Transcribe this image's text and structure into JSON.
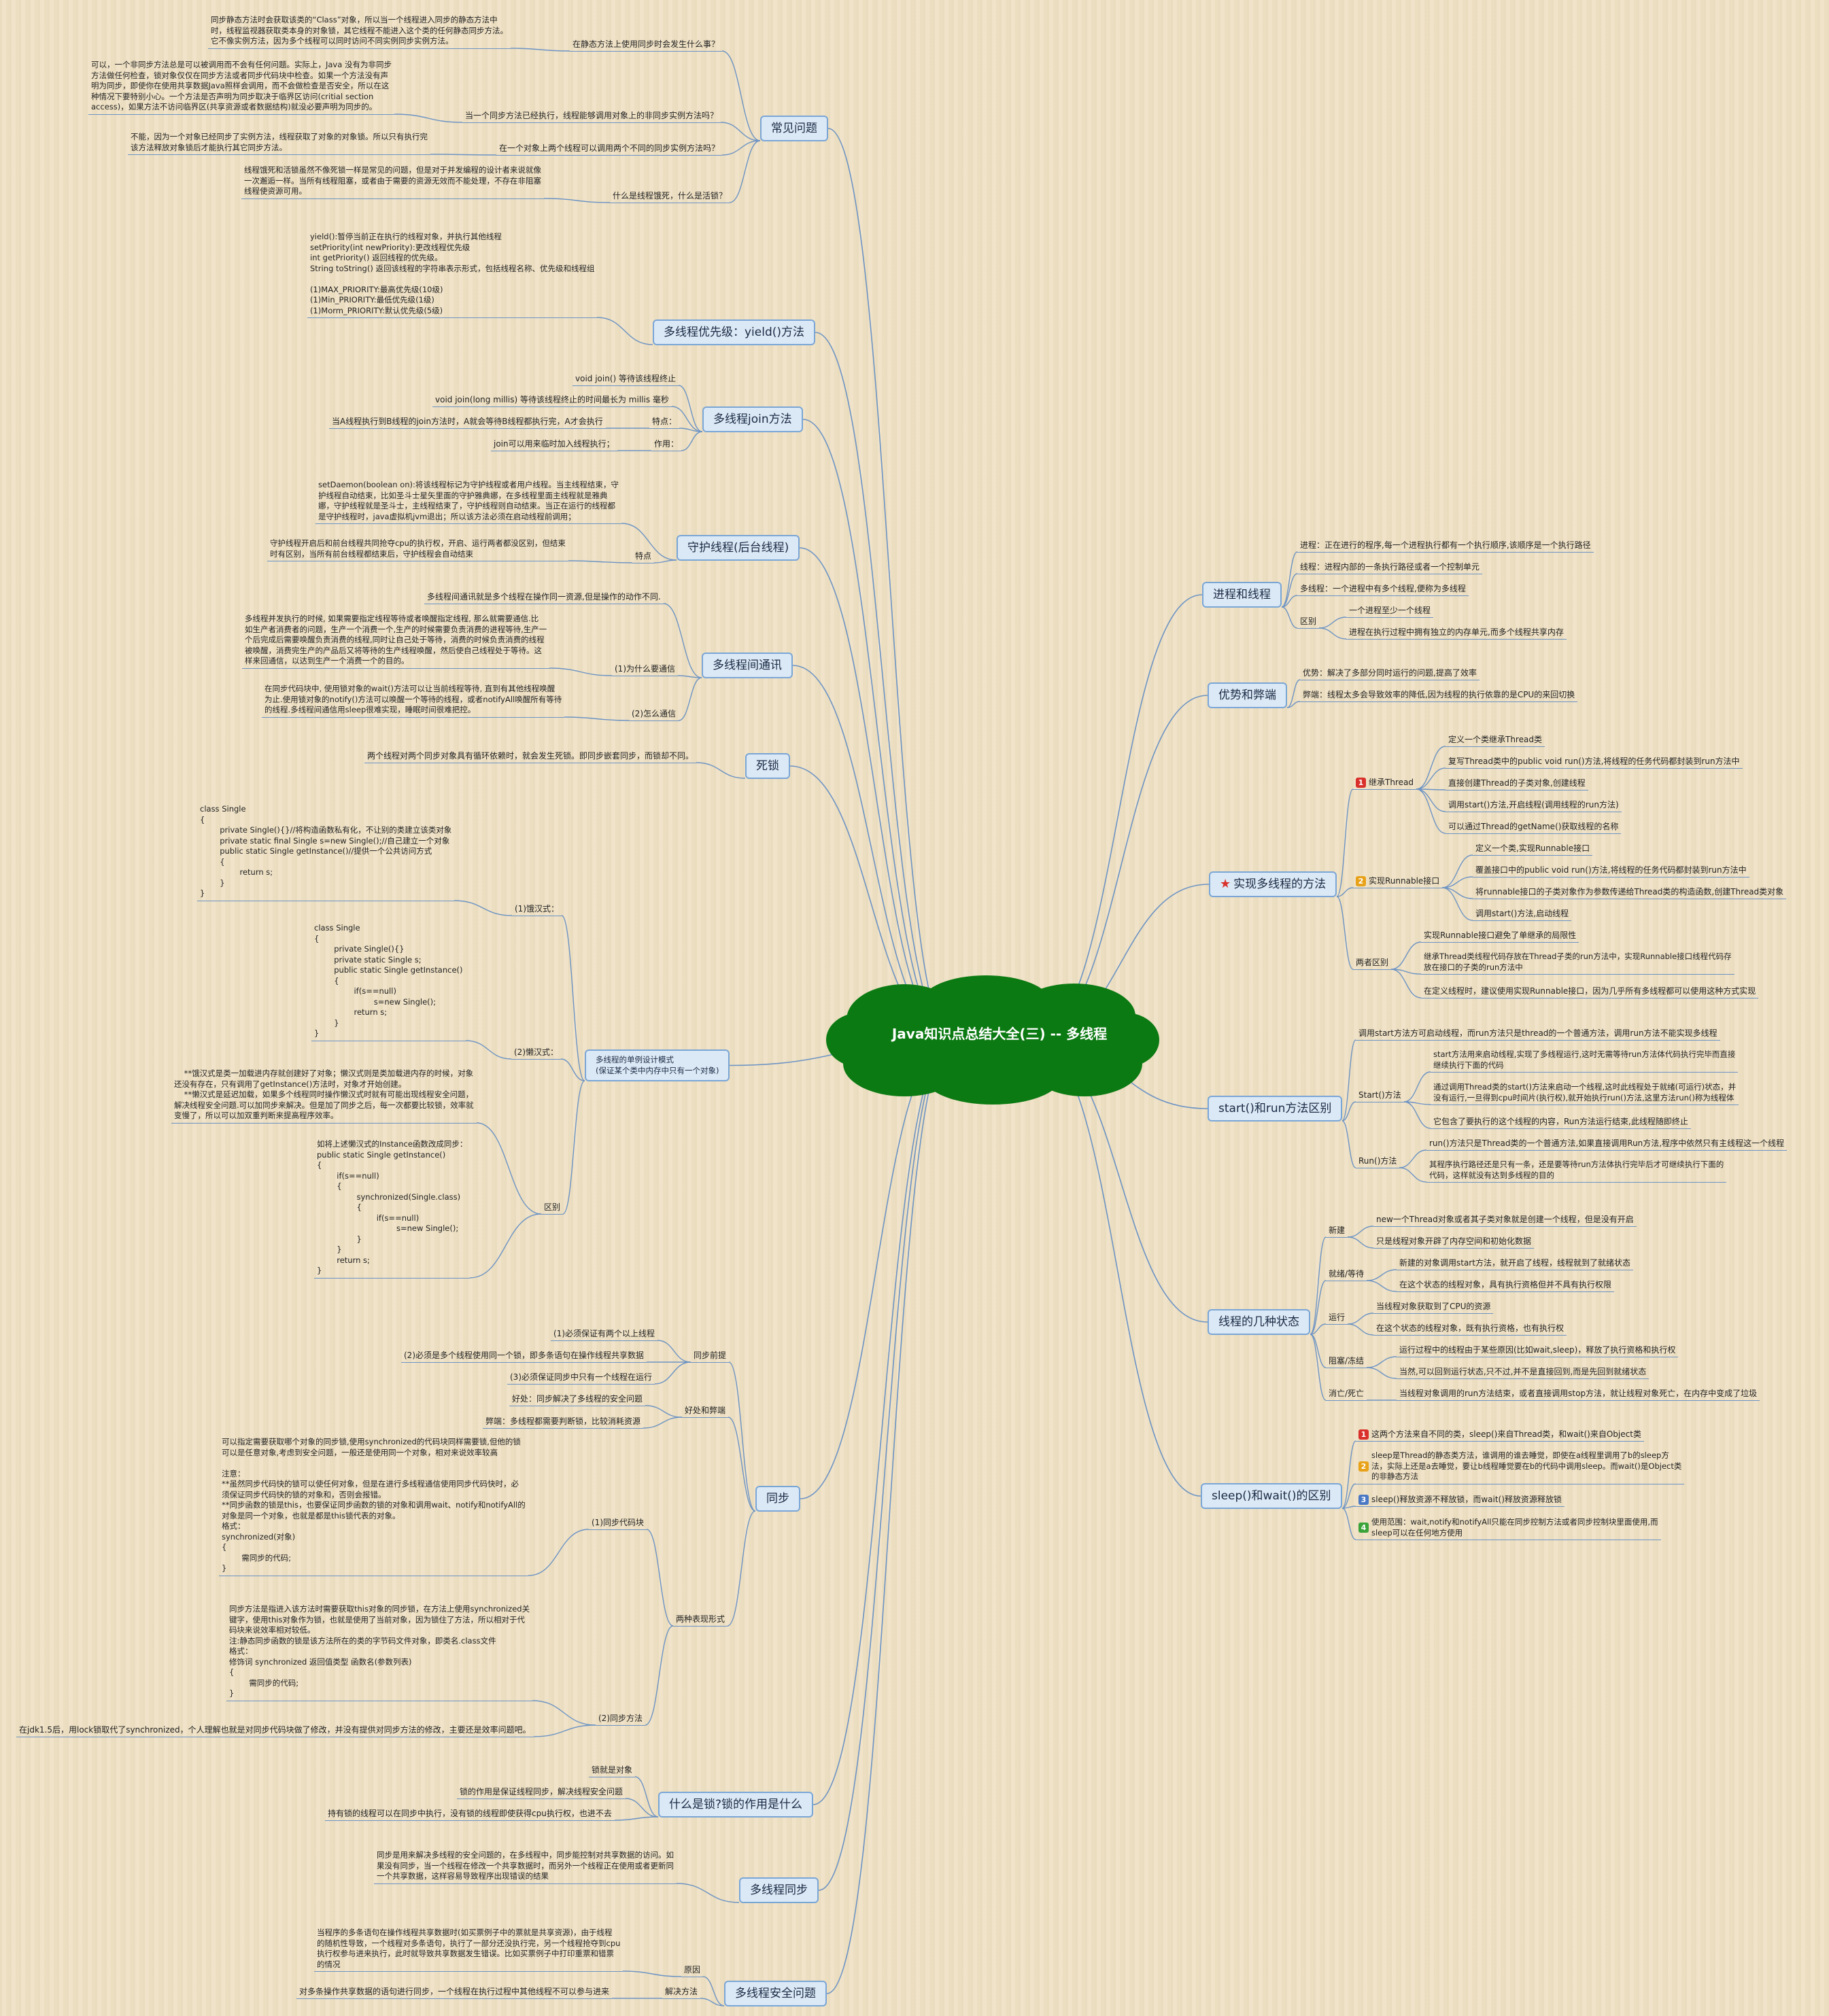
{
  "center": {
    "title": "Java知识点总结大全(三) -- 多线程"
  },
  "colors": {
    "branch_border": "#7aa6d6",
    "branch_fill": "#dbe8f5",
    "cloud": "#0b7a12",
    "line": "#6c93c4"
  },
  "left": {
    "faq": {
      "title": "常见问题",
      "q1": "在静态方法上使用同步时会发生什么事？",
      "a1": "同步静态方法时会获取该类的“Class”对象，所以当一个线程进入同步的静态方法中\n时，线程监视器获取类本身的对象锁，其它线程不能进入这个类的任何静态同步方法。\n它不像实例方法，因为多个线程可以同时访问不同实例同步实例方法。",
      "q2": "当一个同步方法已经执行，线程能够调用对象上的非同步实例方法吗？",
      "a2": "可以，一个非同步方法总是可以被调用而不会有任何问题。实际上，Java 没有为非同步\n方法做任何检查，锁对象仅仅在同步方法或者同步代码块中检查。如果一个方法没有声\n明为同步，即使你在使用共享数据Java照样会调用，而不会做检查是否安全，所以在这\n种情况下要特别小心。一个方法是否声明为同步取决于临界区访问(critial section\naccess)，如果方法不访问临界区(共享资源或者数据结构)就没必要声明为同步的。",
      "q3": "在一个对象上两个线程可以调用两个不同的同步实例方法吗？",
      "a3": "不能，因为一个对象已经同步了实例方法，线程获取了对象的对象锁。所以只有执行完\n该方法释放对象锁后才能执行其它同步方法。",
      "q4": "什么是线程饿死，什么是活锁？",
      "a4": "线程饿死和活锁虽然不像死锁一样是常见的问题，但是对于并发编程的设计者来说就像\n一次邂逅一样。当所有线程阻塞，或者由于需要的资源无效而不能处理，不存在非阻塞\n线程使资源可用。"
    },
    "priority": {
      "title": "多线程优先级：yield()方法",
      "text": "yield():暂停当前正在执行的线程对象，并执行其他线程\nsetPriority(int newPriority):更改线程优先级\nint getPriority() 返回线程的优先级。\nString toString() 返回该线程的字符串表示形式，包括线程名称、优先级和线程组\n\n(1)MAX_PRIORITY:最高优先级(10级)\n(1)Min_PRIORITY:最低优先级(1级)\n(1)Morm_PRIORITY:默认优先级(5级)"
    },
    "join": {
      "title": "多线程join方法",
      "i1": "void join() 等待该线程终止",
      "i2": "void join(long millis)  等待该线程终止的时间最长为 millis 毫秒",
      "feature_label": "特点：",
      "feature": "当A线程执行到B线程的join方法时，A就会等待B线程都执行完，A才会执行",
      "use_label": "作用：",
      "use": "join可以用来临时加入线程执行；"
    },
    "daemon": {
      "title": "守护线程(后台线程)",
      "text": "setDaemon(boolean on):将该线程标记为守护线程或者用户线程。当主线程结束，守\n护线程自动结束，比如圣斗士星矢里面的守护雅典娜，在多线程里面主线程就是雅典\n娜，守护线程就是圣斗士，主线程结束了，守护线程则自动结束。当正在运行的线程都\n是守护线程时，java虚拟机jvm退出；所以该方法必须在启动线程前调用；",
      "feature_label": "特点",
      "feature": "守护线程开启后和前台线程共同抢夺cpu的执行权，开启、运行两者都没区别，但结束\n时有区别，当所有前台线程都结束后，守护线程会自动结束"
    },
    "comm": {
      "title": "多线程间通讯",
      "intro": "多线程间通讯就是多个线程在操作同一资源,但是操作的动作不同.",
      "why_label": "(1)为什么要通信",
      "why": "多线程并发执行的时候, 如果需要指定线程等待或者唤醒指定线程, 那么就需要通信.比\n如生产者消费者的问题，生产一个消费一个,生产的时候需要负责消费的进程等待,生产一\n个后完成后需要唤醒负责消费的线程,同时让自己处于等待，消费的时候负责消费的线程\n被唤醒，消费完生产的产品后又将等待的生产线程唤醒，然后使自己线程处于等待。这\n样来回通信，以达到生产一个消费一个的目的。",
      "how_label": "(2)怎么通信",
      "how": "在同步代码块中, 使用锁对象的wait()方法可以让当前线程等待, 直到有其他线程唤醒\n为止.使用锁对象的notify()方法可以唤醒一个等待的线程，或者notifyAll唤醒所有等待\n的线程.多线程间通信用sleep很难实现，睡眠时间很难把控。"
    },
    "deadlock": {
      "title": "死锁",
      "text": "两个线程对两个同步对象具有循环依赖时，就会发生死锁。即同步嵌套同步，而锁却不同。"
    },
    "singleton": {
      "title": "多线程的单例设计模式\n(保证某个类中内存中只有一个对象)",
      "hungry_label": "(1)饿汉式：",
      "hungry": "class Single\n{\n        private Single(){}//将构造函数私有化，不让别的类建立该类对象\n        private static final Single s=new Single();//自己建立一个对象\n        public static Single getInstance()//提供一个公共访问方式\n        {\n                return s;\n        }\n}",
      "lazy_label": "(2)懒汉式：",
      "lazy": "class Single\n{\n        private Single(){}\n        private static Single s;\n        public static Single getInstance()\n        {\n                if(s==null)\n                        s=new Single();\n                return s;\n        }\n}",
      "diff_label": "区别",
      "diff1": "    **饿汉式是类一加载进内存就创建好了对象；懒汉式则是类加载进内存的时候，对象\n还没有存在，只有调用了getInstance()方法时，对象才开始创建。\n    **懒汉式是延迟加载，如果多个线程同时操作懒汉式时就有可能出现线程安全问题，\n解决线程安全问题.可以加同步来解决。但是加了同步之后，每一次都要比较锁，效率就\n变慢了，所以可以加双重判断来提高程序效率。",
      "diff2": "如将上述懒汉式的Instance函数改成同步：\npublic static Single getInstance()\n{\n        if(s==null)\n        {\n                synchronized(Single.class)\n                {\n                        if(s==null)\n                                s=new Single();\n                }\n        }\n        return s;\n}"
    },
    "sync": {
      "title": "同步",
      "pre_label": "同步前提",
      "pre1": "(1)必须保证有两个以上线程",
      "pre2": "(2)必须是多个线程使用同一个锁，即多条语句在操作线程共享数据",
      "pre3": "(3)必须保证同步中只有一个线程在运行",
      "pc_label": "好处和弊端",
      "good": "好处：同步解决了多线程的安全问题",
      "bad": "弊端：多线程都需要判断锁，比较消耗资源",
      "forms_label": "两种表现形式",
      "block_label": "(1)同步代码块",
      "block": "可以指定需要获取哪个对象的同步锁,使用synchronized的代码块同样需要锁,但他的锁\n可以是任意对象,考虑到安全问题，一般还是使用同一个对象，相对来说效率较高\n\n注意：\n**虽然同步代码快的锁可以使任何对象，但是在进行多线程通信使用同步代码快时，必\n须保证同步代码快的锁的对象和，否则会报错。\n**同步函数的锁是this，也要保证同步函数的锁的对象和调用wait、notify和notifyAll的\n对象是同一个对象，也就是都是this锁代表的对象。\n格式：\nsynchronized(对象)\n{\n        需同步的代码;\n}",
      "method_label": "(2)同步方法",
      "method": "同步方法是指进入该方法时需要获取this对象的同步锁，在方法上使用synchronized关\n键字，使用this对象作为锁，也就是使用了当前对象，因为锁住了方法，所以相对于代\n码块来说效率相对较低。\n注:静态同步函数的锁是该方法所在的类的字节码文件对象，即类名.class文件\n格式：\n修饰词 synchronized 返回值类型 函数名(参数列表)\n{\n        需同步的代码;\n}",
      "jdk": "在jdk1.5后，用lock锁取代了synchronized，个人理解也就是对同步代码块做了修改，并没有提供对同步方法的修改，主要还是效率问题吧。"
    },
    "lock": {
      "title": "什么是锁?锁的作用是什么",
      "i1": "锁就是对象",
      "i2": "锁的作用是保证线程同步，解决线程安全问题",
      "i3": "持有锁的线程可以在同步中执行，没有锁的线程即使获得cpu执行权，也进不去"
    },
    "msync": {
      "title": "多线程同步",
      "text": "同步是用来解决多线程的安全问题的，在多线程中，同步能控制对共享数据的访问。如\n果没有同步，当一个线程在修改一个共享数据时，而另外一个线程正在使用或者更新同\n一个共享数据，这样容易导致程序出现错误的结果"
    },
    "safety": {
      "title": "多线程安全问题",
      "reason_label": "原因",
      "reason": "当程序的多条语句在操作线程共享数据时(如买票例子中的票就是共享资源)，由于线程\n的随机性导致，一个线程对多条语句，执行了一部分还没执行完，另一个线程抢夺到cpu\n执行权参与进来执行，此时就导致共享数据发生错误。比如买票例子中打印重票和错票\n的情况",
      "fix_label": "解决方法",
      "fix": "对多条操作共享数据的语句进行同步，一个线程在执行过程中其他线程不可以参与进来"
    }
  },
  "right": {
    "process": {
      "title": "进程和线程",
      "i1": "进程：正在进行的程序,每一个进程执行都有一个执行顺序,该顺序是一个执行路径",
      "i2": "线程：进程内部的一条执行路径或者一个控制单元",
      "i3": "多线程：一个进程中有多个线程,便称为多线程",
      "diff_label": "区别",
      "d1": "一个进程至少一个线程",
      "d2": "进程在执行过程中拥有独立的内存单元,而多个线程共享内存"
    },
    "pros": {
      "title": "优势和弊端",
      "i1": "优势：解决了多部分同时运行的问题,提高了效率",
      "i2": "弊端：线程太多会导致效率的降低,因为线程的执行依靠的是CPU的来回切换"
    },
    "impl": {
      "title": "实现多线程的方法",
      "m1_label": "继承Thread",
      "m1": [
        "定义一个类继承Thread类",
        "复写Thread类中的public void run()方法,将线程的任务代码都封装到run方法中",
        "直接创建Thread的子类对象,创建线程",
        "调用start()方法,开启线程(调用线程的run方法)",
        "可以通过Thread的getName()获取线程的名称"
      ],
      "m2_label": "实现Runnable接口",
      "m2": [
        "定义一个类,实现Runnable接口",
        "覆盖接口中的public void run()方法,将线程的任务代码都封装到run方法中",
        "将runnable接口的子类对象作为参数传递给Thread类的构造函数,创建Thread类对象",
        "调用start()方法,启动线程"
      ],
      "diff_label": "两者区别",
      "diff": [
        "实现Runnable接口避免了单继承的局限性",
        "继承Thread类线程代码存放在Thread子类的run方法中，实现Runnable接口线程代码存\n放在接口的子类的run方法中",
        "在定义线程时，建议使用实现Runnable接口，因为几乎所有多线程都可以使用这种方式实现"
      ]
    },
    "startrun": {
      "title": "start()和run方法区别",
      "intro": "调用start方法方可启动线程，而run方法只是thread的一个普通方法，调用run方法不能实现多线程",
      "start_label": "Start()方法",
      "start": [
        "start方法用来启动线程,实现了多线程运行,这时无需等待run方法体代码执行完毕而直接\n继续执行下面的代码",
        "通过调用Thread类的start()方法来启动一个线程,这时此线程处于就绪(可运行)状态，并\n没有运行,一旦得到cpu时间片(执行权),就开始执行run()方法,这里方法run()称为线程体",
        "它包含了要执行的这个线程的内容，Run方法运行结束,此线程随即终止"
      ],
      "run_label": "Run()方法",
      "run": [
        "run()方法只是Thread类的一个普通方法,如果直接调用Run方法,程序中依然只有主线程这一个线程",
        "其程序执行路径还是只有一条，还是要等待run方法体执行完毕后才可继续执行下面的\n代码，这样就没有达到多线程的目的"
      ]
    },
    "states": {
      "title": "线程的几种状态",
      "new_label": "新建",
      "new": [
        "new一个Thread对象或者其子类对象就是创建一个线程，但是没有开启",
        "只是线程对象开辟了内存空间和初始化数据"
      ],
      "ready_label": "就绪/等待",
      "ready": [
        "新建的对象调用start方法，就开启了线程，线程就到了就绪状态",
        "在这个状态的线程对象，具有执行资格但并不具有执行权限"
      ],
      "run_label": "运行",
      "run": [
        "当线程对象获取到了CPU的资源",
        "在这个状态的线程对象，既有执行资格，也有执行权"
      ],
      "block_label": "阻塞/冻结",
      "block": [
        "运行过程中的线程由于某些原因(比如wait,sleep)，释放了执行资格和执行权",
        "当然,可以回到运行状态,只不过,并不是直接回到,而是先回到就绪状态"
      ],
      "dead_label": "消亡/死亡",
      "dead": [
        "当线程对象调用的run方法结束，或者直接调用stop方法，就让线程对象死亡，在内存中变成了垃圾"
      ]
    },
    "sleepwait": {
      "title": "sleep()和wait()的区别",
      "n1": "1",
      "t1": "这两个方法来自不同的类，sleep()来自Thread类，和wait()来自Object类",
      "n2": "2",
      "t2": "sleep是Thread的静态类方法，谁调用的谁去睡觉，即使在a线程里调用了b的sleep方\n法，实际上还是a去睡觉，要让b线程睡觉要在b的代码中调用sleep。而wait()是Object类\n的非静态方法",
      "n3": "3",
      "t3": "sleep()释放资源不释放锁，而wait()释放资源释放锁",
      "n4": "4",
      "t4": "使用范围：wait,notify和notifyAll只能在同步控制方法或者同步控制块里面使用,而\nsleep可以在任何地方使用"
    },
    "badge": {
      "b1": "1",
      "b2": "2"
    }
  }
}
